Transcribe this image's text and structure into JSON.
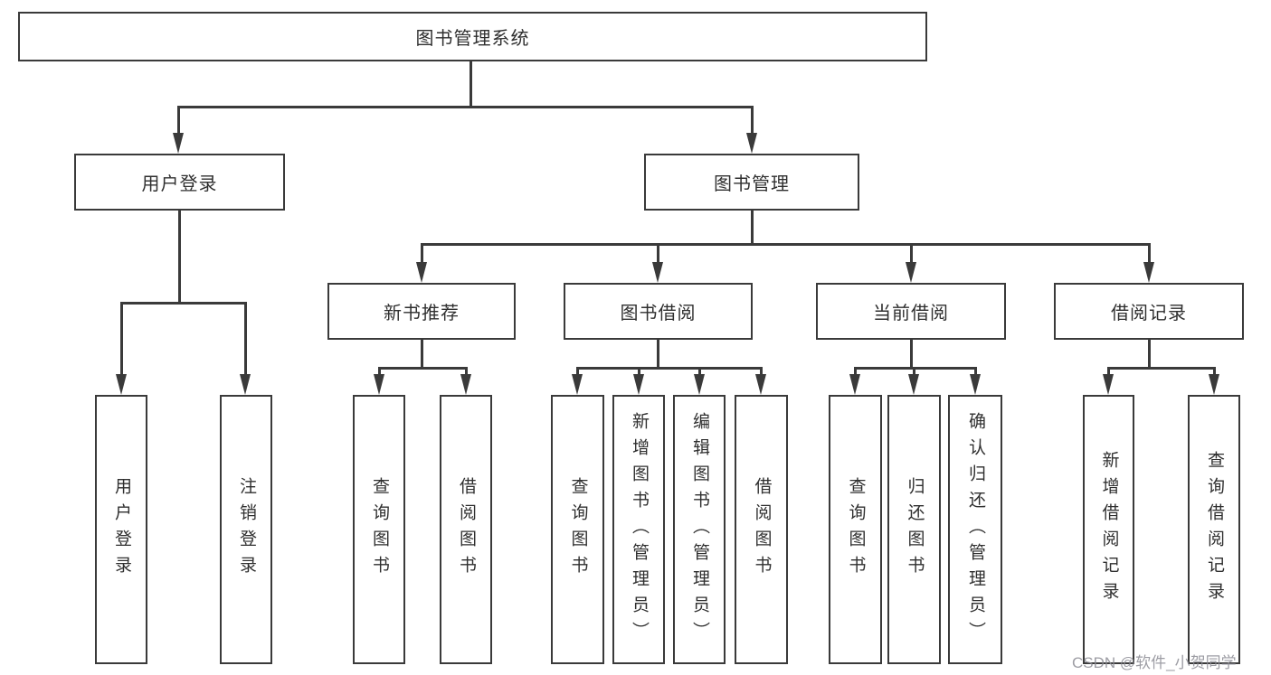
{
  "diagram": {
    "title": "图书管理系统",
    "watermark": "CSDN @软件_小贺同学",
    "colors": {
      "line": "#3a3a3a",
      "text": "#2f2f2f",
      "box_background": "#ffffff",
      "watermark": "#8c8c94"
    },
    "branches": [
      {
        "label": "用户登录",
        "children": [
          {
            "label": "用户登录"
          },
          {
            "label": "注销登录"
          }
        ]
      },
      {
        "label": "图书管理",
        "children": [
          {
            "label": "新书推荐",
            "children": [
              {
                "label": "查询图书"
              },
              {
                "label": "借阅图书"
              }
            ]
          },
          {
            "label": "图书借阅",
            "children": [
              {
                "label": "查询图书"
              },
              {
                "label": "新增图书（管理员）"
              },
              {
                "label": "编辑图书（管理员）"
              },
              {
                "label": "借阅图书"
              }
            ]
          },
          {
            "label": "当前借阅",
            "children": [
              {
                "label": "查询图书"
              },
              {
                "label": "归还图书"
              },
              {
                "label": "确认归还（管理员）"
              }
            ]
          },
          {
            "label": "借阅记录",
            "children": [
              {
                "label": "新增借阅记录"
              },
              {
                "label": "查询借阅记录"
              }
            ]
          }
        ]
      }
    ]
  }
}
